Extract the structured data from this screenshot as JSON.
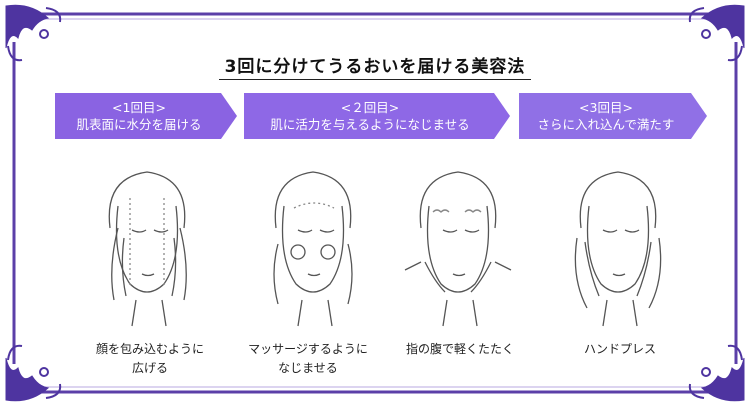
{
  "title": "3回に分けてうるおいを届ける美容法",
  "colors": {
    "accent": "#8a63e2",
    "frame": "#5b3fa8",
    "line": "#555555"
  },
  "steps": [
    {
      "heading": "<1回目>",
      "subtitle": "肌表面に水分を届ける",
      "caption_lines": [
        "顔を包み込むように",
        "広げる"
      ]
    },
    {
      "heading": "<２回目>",
      "subtitle": "肌に活力を与えるようになじませる",
      "caption_lines": [
        "マッサージするように",
        "なじませる"
      ]
    },
    {
      "heading": "<3回目>",
      "subtitle": "さらに入れ込んで満たす",
      "caption_lines": [
        "指の腹で軽くたたく"
      ]
    },
    {
      "heading": "",
      "subtitle": "",
      "caption_lines": [
        "ハンドプレス"
      ]
    }
  ]
}
